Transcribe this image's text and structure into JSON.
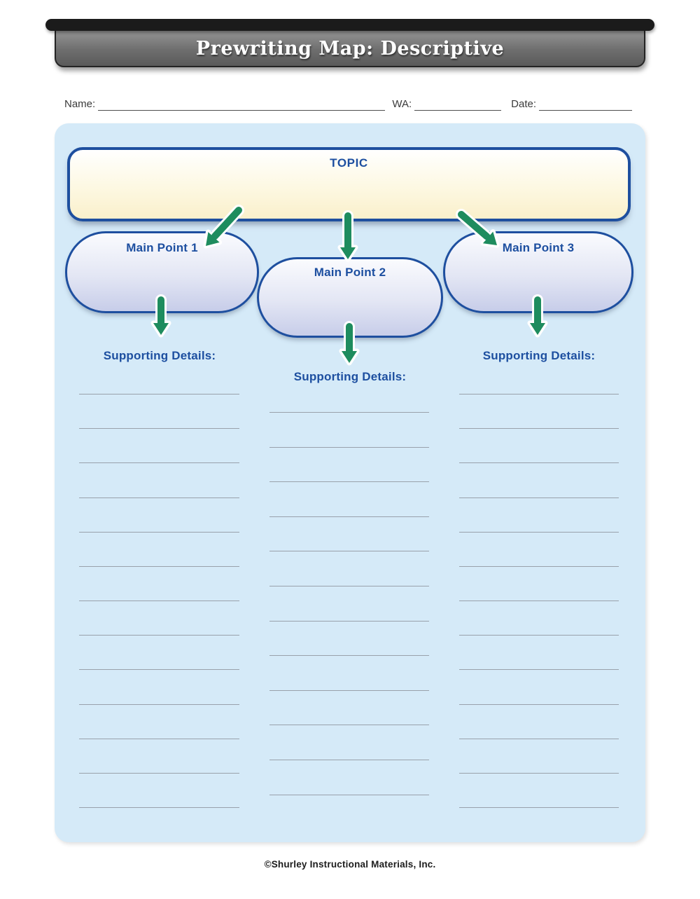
{
  "header": {
    "title": "Prewriting Map: Descriptive"
  },
  "form": {
    "name_label": "Name:",
    "wa_label": "WA:",
    "date_label": "Date:"
  },
  "map": {
    "topic_label": "TOPIC",
    "main_points": [
      {
        "label": "Main Point 1",
        "supporting_label": "Supporting Details:",
        "line_count": 13
      },
      {
        "label": "Main Point 2",
        "supporting_label": "Supporting Details:",
        "line_count": 12
      },
      {
        "label": "Main Point 3",
        "supporting_label": "Supporting Details:",
        "line_count": 13
      }
    ]
  },
  "colors": {
    "panel_blue": "#d5eaf8",
    "border_blue": "#1e4f9f",
    "label_blue": "#1d4fa0",
    "arrow_green": "#1e8c5e",
    "topic_cream": "#faf0cb",
    "bubble_periwinkle": "#c7cde9",
    "writing_line_gray": "#99a1ab",
    "banner_gray": "#6e6e6e"
  },
  "footer": {
    "copyright": "©Shurley Instructional Materials, Inc."
  }
}
